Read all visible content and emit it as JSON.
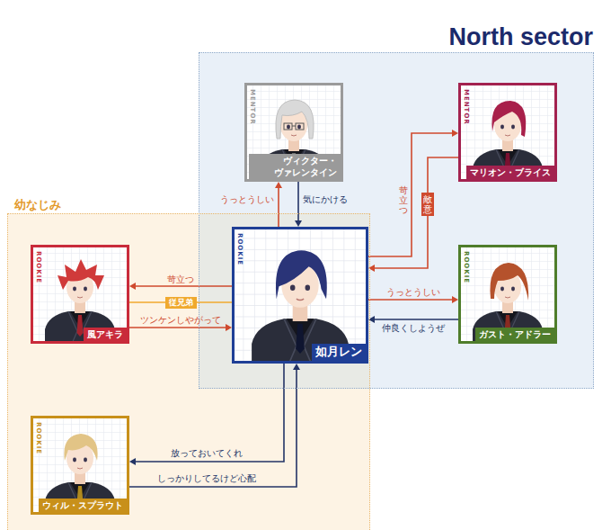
{
  "diagram": {
    "nodes": [
      {
        "text": [
          "North sector"
        ]
      },
      {
        "text": [
          "MENTOR",
          "ヴィクター・ ヴァレンタイン"
        ],
        "in": 0
      },
      {
        "text": [
          "MENTOR",
          "マリオン・ブライス"
        ],
        "in": 0
      },
      {
        "text": [
          "幼なじみ"
        ]
      },
      {
        "text": [
          "ROOKIE",
          "風アキラ"
        ],
        "in": 3
      },
      {
        "text": [
          "ROOKIE",
          "如月レン"
        ],
        "in": 0
      },
      {
        "text": [
          "ROOKIE",
          "ガスト・アドラー"
        ],
        "in": 0
      },
      {
        "text": [
          "ROOKIE",
          "ウィル・スプラウト"
        ],
        "in": 3
      }
    ],
    "edges": [
      {
        "from": 5,
        "to": 1,
        "label": "うっとうしい",
        "arrow": "to"
      },
      {
        "from": 1,
        "to": 5,
        "label": "気にかける",
        "arrow": "to"
      },
      {
        "from": 5,
        "to": 2,
        "label": "苛立つ",
        "arrow": "to"
      },
      {
        "from": 2,
        "to": 5,
        "label": "敵意",
        "arrow": "to"
      },
      {
        "from": 5,
        "to": 4,
        "label": "苛立つ",
        "arrow": "to"
      },
      {
        "from": 4,
        "to": 5,
        "label": "従兄弟",
        "arrow": "none"
      },
      {
        "from": 4,
        "to": 5,
        "label": "ツンケンしやがって",
        "arrow": "to"
      },
      {
        "from": 5,
        "to": 6,
        "label": "うっとうしい",
        "arrow": "to"
      },
      {
        "from": 6,
        "to": 5,
        "label": "仲良くしようぜ",
        "arrow": "to"
      },
      {
        "from": 5,
        "to": 7,
        "label": "放っておいてくれ",
        "arrow": "to"
      },
      {
        "from": 7,
        "to": 5,
        "label": "しっかりしてるけど心配",
        "arrow": "to"
      }
    ]
  }
}
